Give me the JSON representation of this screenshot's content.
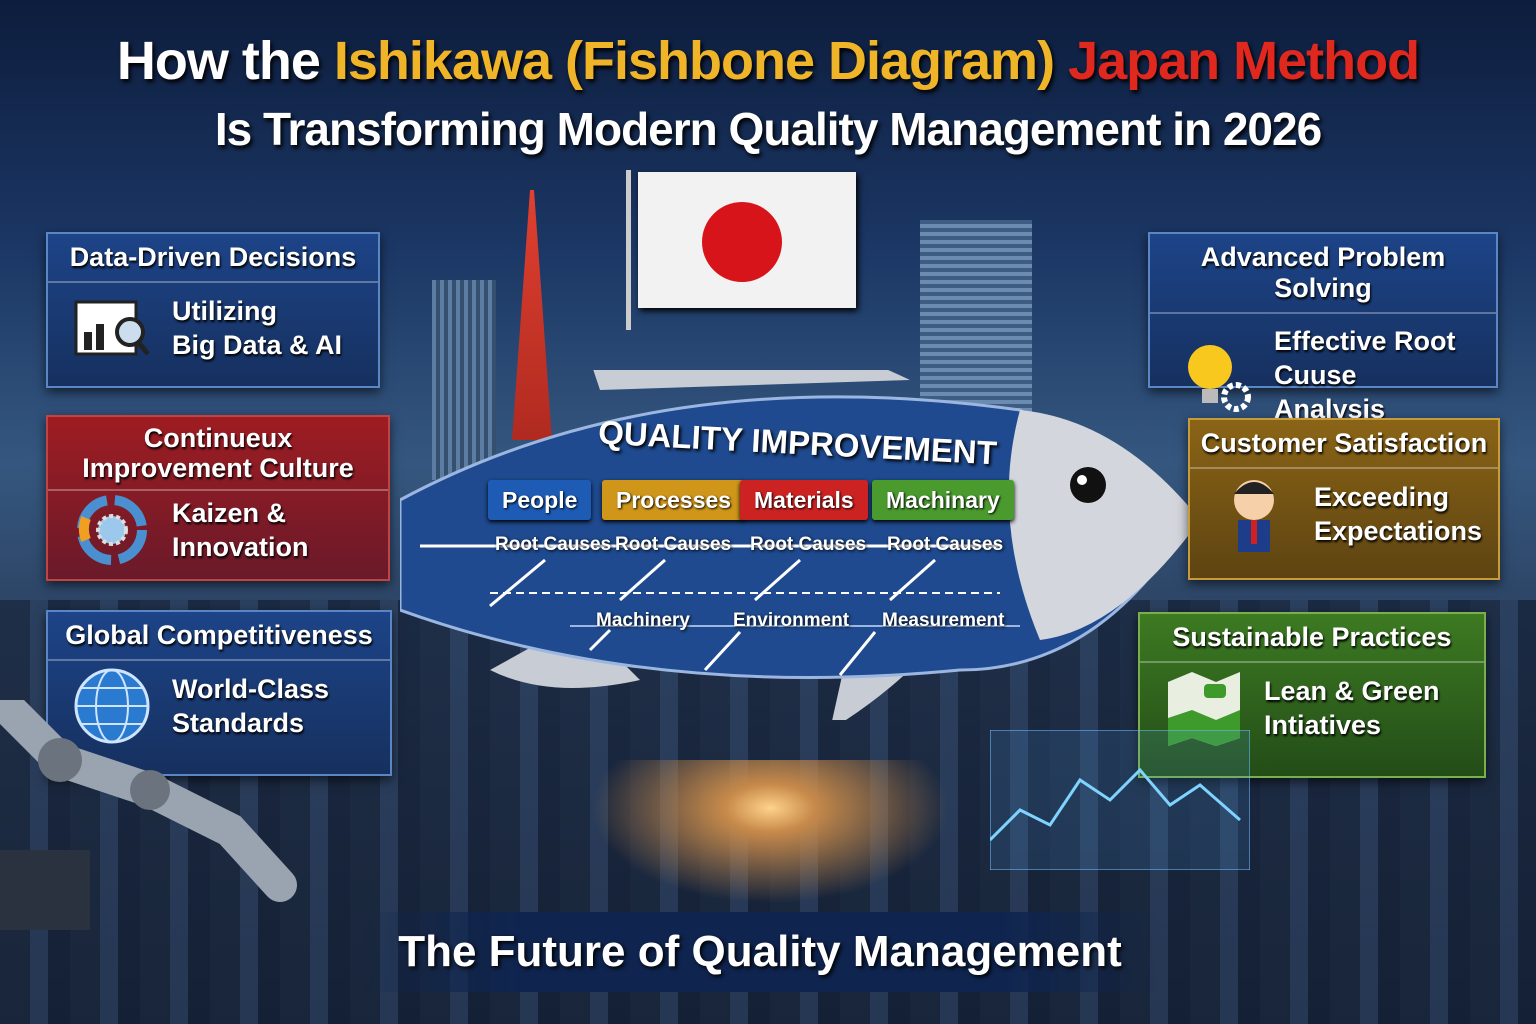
{
  "title": {
    "line1_pre": "How the ",
    "line1_gold": "Ishikawa (Fishbone Diagram)",
    "line1_red": " Japan Method",
    "line2": "Is Transforming Modern Quality Management in 2026"
  },
  "colors": {
    "gold": "#f0b429",
    "red": "#e0281e",
    "blue_panel": "#1d4488",
    "red_panel": "#9e1c22",
    "gold_panel": "#8a6416",
    "green_panel": "#3d7a22",
    "fish": "#1f4a8f"
  },
  "panels_left": [
    {
      "heading": "Data-Driven Decisions",
      "line1": "Utilizing",
      "line2": "Big Data & AI",
      "icon": "data-chart-magnifier-icon"
    },
    {
      "heading": "Continueux Improvement Culture",
      "line1": "Kaizen &",
      "line2": "Innovation",
      "icon": "cycle-gear-icon"
    },
    {
      "heading": "Global Competitiveness",
      "line1": "World-Class",
      "line2": "Standards",
      "icon": "globe-icon"
    }
  ],
  "panels_right": [
    {
      "heading": "Advanced Problem Solving",
      "line1": "Effective Root",
      "line2": "Cuuse Analysis",
      "icon": "lightbulb-gear-icon"
    },
    {
      "heading": "Customer Satisfaction",
      "line1": "Exceeding",
      "line2": "Expectations",
      "icon": "happy-customer-icon"
    },
    {
      "heading": "Sustainable Practices",
      "line1": "Lean & Green",
      "line2": "Intiatives",
      "icon": "green-map-icon"
    }
  ],
  "fishbone": {
    "head_label": "QUALITY IMPROVEMENT",
    "categories": [
      {
        "label": "People",
        "color": "#1d5bb5"
      },
      {
        "label": "Processes",
        "color": "#d0961a"
      },
      {
        "label": "Materials",
        "color": "#cc2222"
      },
      {
        "label": "Machinary",
        "color": "#4a9a2e"
      }
    ],
    "root_causes": [
      "Root Causes",
      "Root Causes",
      "Root Causes",
      "Root Causes"
    ],
    "lower_bones": [
      "Machinery",
      "Environment",
      "Measurement"
    ]
  },
  "footer": "The Future of Quality Management"
}
